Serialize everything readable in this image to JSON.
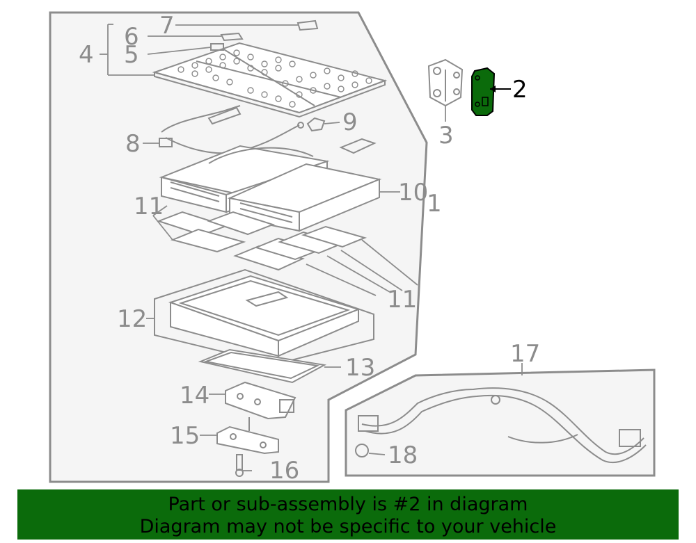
{
  "callouts": {
    "c1": "1",
    "c2": "2",
    "c3": "3",
    "c4": "4",
    "c5": "5",
    "c6": "6",
    "c7": "7",
    "c8": "8",
    "c9": "9",
    "c10": "10",
    "c11a": "11",
    "c11b": "11",
    "c12": "12",
    "c13": "13",
    "c14": "14",
    "c15": "15",
    "c16": "16",
    "c17": "17",
    "c18": "18"
  },
  "highlighted_part": "2",
  "colors": {
    "highlight": "#0b6b0b",
    "line": "#8c8c8c",
    "panel_fill": "#f5f5f5",
    "banner": "#0b6b0b"
  },
  "banner": {
    "line1": "Part or sub-assembly is #2 in diagram",
    "line2": "Diagram may not be specific to your vehicle"
  }
}
